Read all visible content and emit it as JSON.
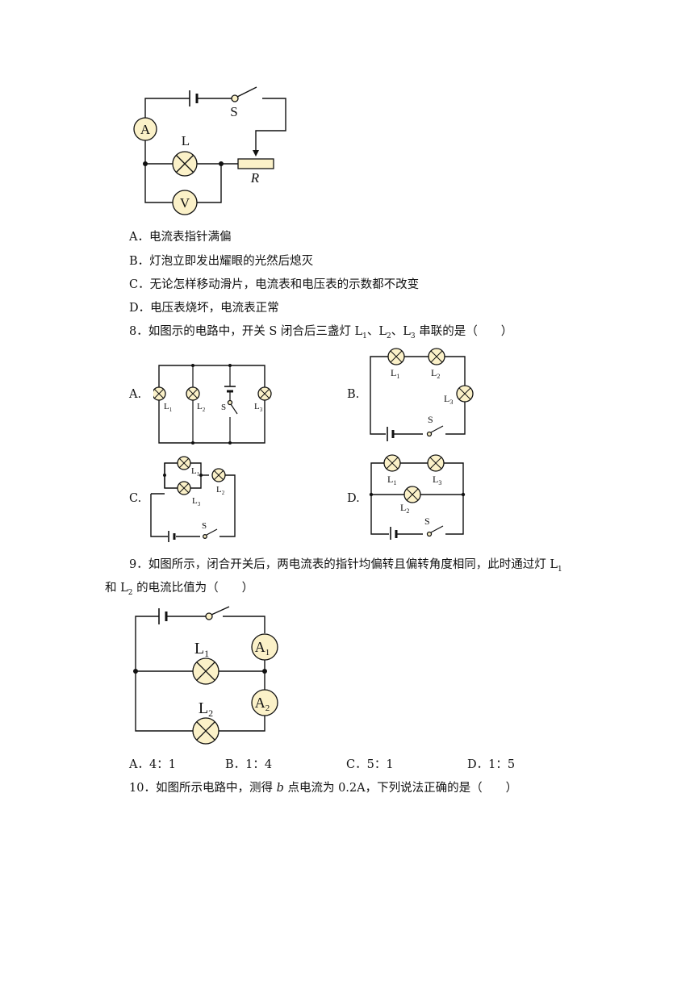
{
  "q7": {
    "figure": {
      "ammeter": "A",
      "voltmeter": "V",
      "lamp": "L",
      "switch": "S",
      "rheostat": "R"
    },
    "options": [
      "A．电流表指针满偏",
      "B．灯泡立即发出耀眼的光然后熄灭",
      "C．无论怎样移动滑片，电流表和电压表的示数都不改变",
      "D．电压表烧坏，电流表正常"
    ]
  },
  "q8": {
    "stem_pre": "8．如图示的电路中，开关 S 闭合后三盏灯 L",
    "sub1": "1",
    "sep1": "、L",
    "sub2": "2",
    "sep2": "、L",
    "sub3": "3",
    "stem_post": " 串联的是（　　）",
    "labels": {
      "a": "A.",
      "b": "B.",
      "c": "C.",
      "d": "D."
    },
    "lamp_labels": {
      "l": "L",
      "s": "S",
      "n1": "1",
      "n2": "2",
      "n3": "3"
    }
  },
  "q9": {
    "stem_line1_pre": "9．如图所示，闭合开关后，两电流表的指针均偏转且偏转角度相同，此时通过灯 L",
    "stem_line1_sub": "1",
    "stem_line2_pre": "和 L",
    "stem_line2_sub": "2",
    "stem_line2_post": " 的电流比值为（　　）",
    "figure": {
      "a": "A",
      "l": "L",
      "n1": "1",
      "n2": "2"
    },
    "options": [
      "A．4：1",
      "B．1：4",
      "C．5：1",
      "D．1：5"
    ]
  },
  "q10": {
    "stem_pre": "10．如图所示电路中，测得 ",
    "stem_var": "b",
    "stem_post": " 点电流为 0.2A，下列说法正确的是（　　）"
  }
}
